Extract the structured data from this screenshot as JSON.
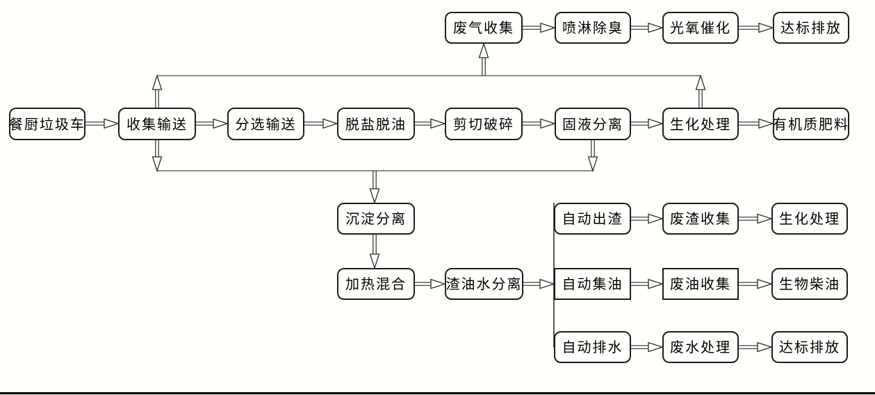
{
  "diagram_type": "flowchart",
  "language": "zh-CN",
  "colors": {
    "background": "#fffffc",
    "box_border": "#1c1c1c",
    "box_fill": "#fffffc",
    "bus_line": "#8a8a8a",
    "arrow_line": "#2b2b2b",
    "bottom_rule": "#000000"
  },
  "nodes": {
    "gas": [
      "废气收集",
      "喷淋除臭",
      "光氧催化",
      "达标排放"
    ],
    "main": [
      "餐厨垃圾车",
      "收集输送",
      "分选输送",
      "脱盐脱油",
      "剪切破碎",
      "固液分离",
      "生化处理",
      "有机质肥料"
    ],
    "pre": [
      "沉淀分离",
      "加热混合",
      "渣油水分离"
    ],
    "slag": [
      "自动出渣",
      "废渣收集",
      "生化处理"
    ],
    "oil": [
      "自动集油",
      "废油收集",
      "生物柴油"
    ],
    "water": [
      "自动排水",
      "废水处理",
      "达标排放"
    ]
  },
  "edges": [
    [
      "餐厨垃圾车",
      "收集输送"
    ],
    [
      "收集输送",
      "分选输送"
    ],
    [
      "分选输送",
      "脱盐脱油"
    ],
    [
      "脱盐脱油",
      "剪切破碎"
    ],
    [
      "剪切破碎",
      "固液分离"
    ],
    [
      "固液分离",
      "生化处理"
    ],
    [
      "生化处理",
      "有机质肥料"
    ],
    [
      "收集输送",
      "废气收集"
    ],
    [
      "生化处理",
      "废气收集"
    ],
    [
      "废气收集",
      "喷淋除臭"
    ],
    [
      "喷淋除臭",
      "光氧催化"
    ],
    [
      "光氧催化",
      "达标排放"
    ],
    [
      "收集输送",
      "沉淀分离"
    ],
    [
      "固液分离",
      "沉淀分离"
    ],
    [
      "沉淀分离",
      "加热混合"
    ],
    [
      "加热混合",
      "渣油水分离"
    ],
    [
      "渣油水分离",
      "自动出渣"
    ],
    [
      "渣油水分离",
      "自动集油"
    ],
    [
      "渣油水分离",
      "自动排水"
    ],
    [
      "自动出渣",
      "废渣收集"
    ],
    [
      "废渣收集",
      "生化处理"
    ],
    [
      "自动集油",
      "废油收集"
    ],
    [
      "废油收集",
      "生物柴油"
    ],
    [
      "自动排水",
      "废水处理"
    ],
    [
      "废水处理",
      "达标排放"
    ]
  ]
}
